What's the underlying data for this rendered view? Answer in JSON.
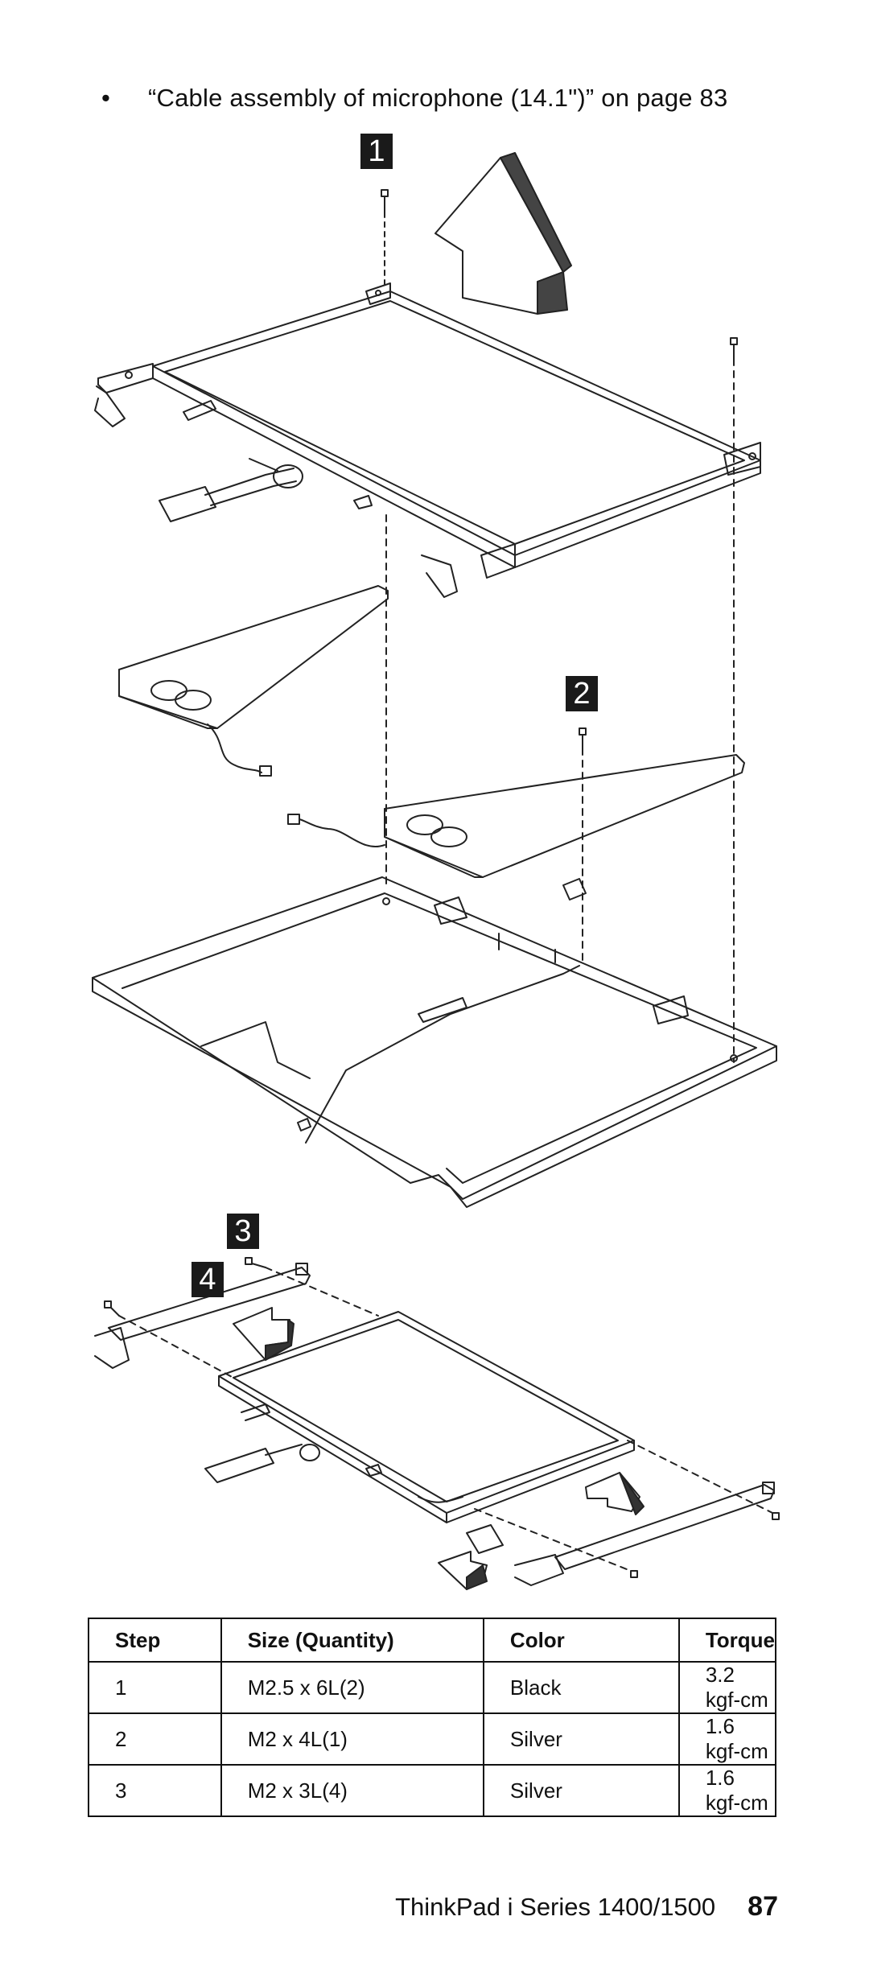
{
  "bullet": {
    "symbol": "•",
    "text": "“Cable assembly of microphone (14.1\")” on page  83"
  },
  "callouts": [
    "1",
    "2",
    "3",
    "4"
  ],
  "table": {
    "headers": [
      "Step",
      "Size (Quantity)",
      "Color",
      "Torque"
    ],
    "rows": [
      [
        "1",
        "M2.5 x 6L(2)",
        "Black",
        "3.2 kgf-cm"
      ],
      [
        "2",
        "M2 x 4L(1)",
        "Silver",
        "1.6 kgf-cm"
      ],
      [
        "3",
        "M2 x 3L(4)",
        "Silver",
        "1.6 kgf-cm"
      ]
    ]
  },
  "footer": {
    "title": "ThinkPad i Series 1400/1500",
    "page": "87"
  }
}
